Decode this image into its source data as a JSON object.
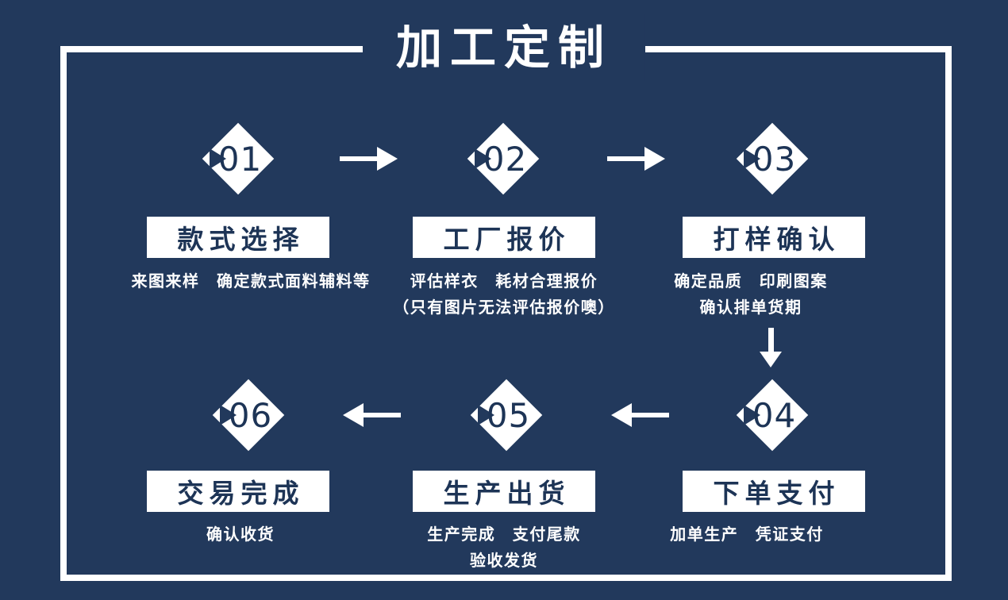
{
  "title": "加工定制",
  "colors": {
    "background": "#22395c",
    "frame": "#ffffff",
    "navy_text": "#1d3456",
    "white": "#ffffff"
  },
  "steps": [
    {
      "number": "01",
      "name": "款式选择",
      "desc": [
        "来图来样　确定款式面料辅料等"
      ]
    },
    {
      "number": "02",
      "name": "工厂报价",
      "desc": [
        "评估样衣　耗材合理报价",
        "（只有图片无法评估报价噢）"
      ]
    },
    {
      "number": "03",
      "name": "打样确认",
      "desc": [
        "确定品质　印刷图案",
        "确认排单货期"
      ]
    },
    {
      "number": "04",
      "name": "下单支付",
      "desc": [
        "加单生产　凭证支付"
      ]
    },
    {
      "number": "05",
      "name": "生产出货",
      "desc": [
        "生产完成　支付尾款",
        "验收发货"
      ]
    },
    {
      "number": "06",
      "name": "交易完成",
      "desc": [
        "确认收货"
      ]
    }
  ]
}
